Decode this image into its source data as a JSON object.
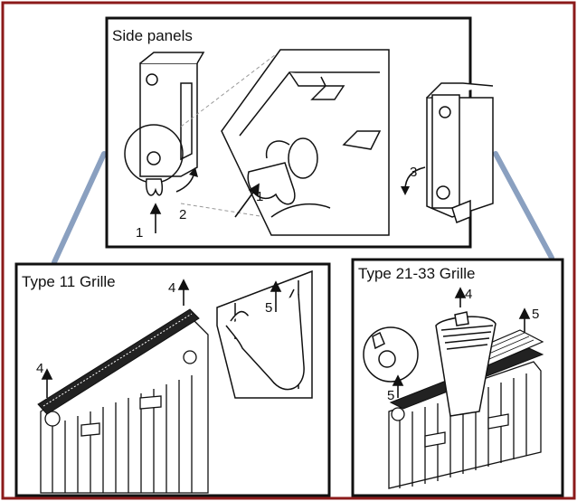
{
  "panels": {
    "top": {
      "title": "Side panels",
      "steps": [
        "1",
        "2",
        "1",
        "3"
      ]
    },
    "left": {
      "title": "Type 11 Grille",
      "steps": [
        "4",
        "4",
        "5"
      ]
    },
    "right": {
      "title": "Type 21-33 Grille",
      "steps": [
        "4",
        "5",
        "5"
      ]
    }
  },
  "colors": {
    "border": "#8b1a1a",
    "connector": "#8aa0c0",
    "line": "#111111"
  }
}
